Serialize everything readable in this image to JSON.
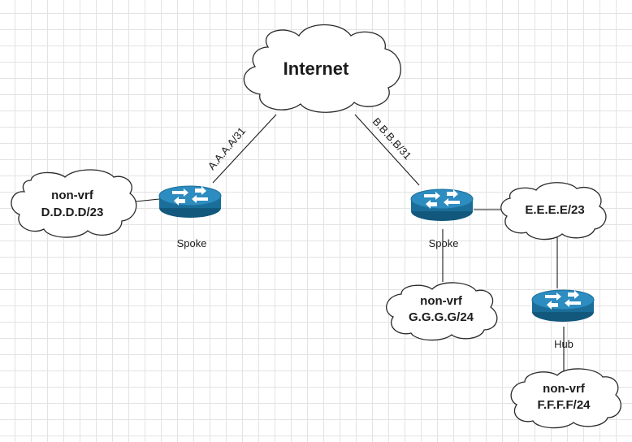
{
  "diagram": {
    "internet": {
      "label": "Internet"
    },
    "links": {
      "left_wan": "A.A.A.A/31",
      "right_wan": "B.B.B.B/31"
    },
    "routers": {
      "spoke_left": "Spoke",
      "spoke_right": "Spoke",
      "hub": "Hub"
    },
    "networks": {
      "d": {
        "line1": "non-vrf",
        "line2": "D.D.D.D/23"
      },
      "e": {
        "line1": "E.E.E.E/23"
      },
      "g": {
        "line1": "non-vrf",
        "line2": "G.G.G.G/24"
      },
      "f": {
        "line1": "non-vrf",
        "line2": "F.F.F.F/24"
      }
    },
    "colors": {
      "router_body": "#1a6e99",
      "router_top": "#2d8cc0",
      "grid": "#e3e3e3"
    }
  }
}
